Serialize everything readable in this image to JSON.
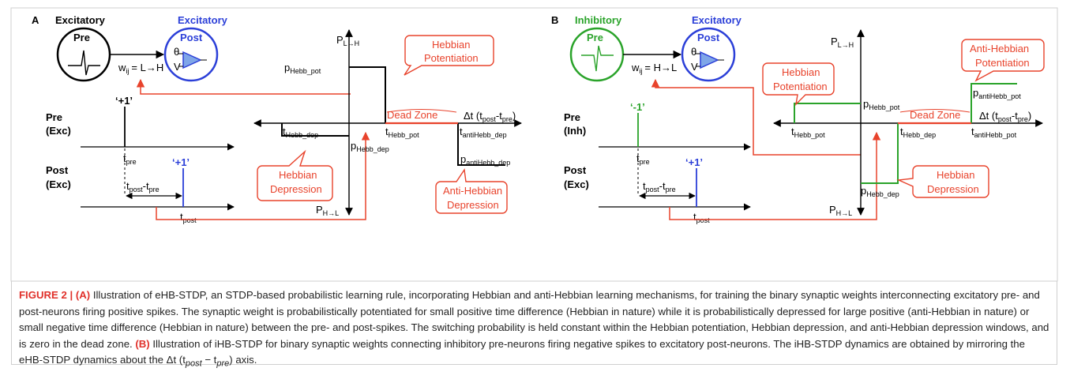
{
  "panel_a": {
    "letter": "A",
    "pre_title": "Excitatory",
    "pre_label": "Pre",
    "post_title": "Excitatory",
    "post_label": "Post",
    "theta": "θ",
    "v": "V",
    "w_ij": "w",
    "w_sub": "ij",
    "w_rule": "= L→H",
    "pre_axis": "Pre",
    "pre_axis_2": "(Exc)",
    "post_axis": "Post",
    "post_axis_2": "(Exc)",
    "spike_pre": "‘+1’",
    "spike_post": "‘+1’",
    "t_pre": "t",
    "t_pre_sub": "pre",
    "t_post": "t",
    "t_post_sub": "post",
    "t_diff": "t",
    "t_diff_sub1": "post",
    "t_diff_mid": "-t",
    "t_diff_sub2": "pre",
    "p_top": "P",
    "p_top_sub": "L→H",
    "p_bottom": "P",
    "p_bottom_sub": "H→L",
    "p_hebb_pot": "p",
    "p_hebb_pot_sub": "Hebb_pot",
    "p_hebb_dep": "p",
    "p_hebb_dep_sub": "Hebb_dep",
    "p_anti_dep": "p",
    "p_anti_dep_sub": "antiHebb_dep",
    "t_hebb_dep": "t",
    "t_hebb_dep_sub": "Hebb_dep",
    "t_hebb_pot": "t",
    "t_hebb_pot_sub": "Hebb_pot",
    "t_anti_dep": "t",
    "t_anti_dep_sub": "antiHebb_dep",
    "dt_axis": "Δt (t",
    "dt_sub1": "post",
    "dt_mid": "-t",
    "dt_sub2": "pre",
    "dt_end": ")",
    "dead_zone": "Dead Zone",
    "callout_pot_1": "Hebbian",
    "callout_pot_2": "Potentiation",
    "callout_dep_1": "Hebbian",
    "callout_dep_2": "Depression",
    "callout_anti_1": "Anti-Hebbian",
    "callout_anti_2": "Depression"
  },
  "panel_b": {
    "letter": "B",
    "pre_title": "Inhibitory",
    "pre_label": "Pre",
    "post_title": "Excitatory",
    "post_label": "Post",
    "theta": "θ",
    "v": "V",
    "w_ij": "w",
    "w_sub": "ij",
    "w_rule": "= H→L",
    "pre_axis": "Pre",
    "pre_axis_2": "(Inh)",
    "post_axis": "Post",
    "post_axis_2": "(Exc)",
    "spike_pre": "‘-1’",
    "spike_post": "‘+1’",
    "t_pre": "t",
    "t_pre_sub": "pre",
    "t_post": "t",
    "t_post_sub": "post",
    "t_diff": "t",
    "t_diff_sub1": "post",
    "t_diff_mid": "-t",
    "t_diff_sub2": "pre",
    "p_top": "P",
    "p_top_sub": "L→H",
    "p_bottom": "P",
    "p_bottom_sub": "H→L",
    "p_hebb_pot": "p",
    "p_hebb_pot_sub": "Hebb_pot",
    "p_hebb_dep": "p",
    "p_hebb_dep_sub": "Hebb_dep",
    "p_anti_pot": "p",
    "p_anti_pot_sub": "antiHebb_pot",
    "t_hebb_pot": "t",
    "t_hebb_pot_sub": "Hebb_pot",
    "t_hebb_dep": "t",
    "t_hebb_dep_sub": "Hebb_dep",
    "t_anti_pot": "t",
    "t_anti_pot_sub": "antiHebb_pot",
    "dt_axis": "Δt (t",
    "dt_sub1": "post",
    "dt_mid": "-t",
    "dt_sub2": "pre",
    "dt_end": ")",
    "dead_zone": "Dead Zone",
    "callout_pot_1": "Hebbian",
    "callout_pot_2": "Potentiation",
    "callout_anti_1": "Anti-Hebbian",
    "callout_anti_2": "Potentiation",
    "callout_dep_1": "Hebbian",
    "callout_dep_2": "Depression"
  },
  "caption": {
    "label": "FIGURE 2 |",
    "a_marker": "(A)",
    "a_text": " Illustration of eHB-STDP, an STDP-based probabilistic learning rule, incorporating Hebbian and anti-Hebbian learning mechanisms, for training the binary synaptic weights interconnecting excitatory pre- and post-neurons firing positive spikes. The synaptic weight is probabilistically potentiated for small positive time difference (Hebbian in nature) while it is probabilistically depressed for large positive (anti-Hebbian in nature) or small negative time difference (Hebbian in nature) between the pre- and post-spikes. The switching probability is held constant within the Hebbian potentiation, Hebbian depression, and anti-Hebbian depression windows, and is zero in the dead zone. ",
    "b_marker": "(B)",
    "b_text": " Illustration of iHB-STDP for binary synaptic weights connecting inhibitory pre-neurons firing negative spikes to excitatory post-neurons. The iHB-STDP dynamics are obtained by mirroring the eHB-STDP dynamics about the Δt (t",
    "b_sub1": "post",
    "b_mid": " − t",
    "b_sub2": "pre",
    "b_end": ") axis."
  },
  "colors": {
    "red": "#e8432c",
    "blue": "#2b3fd8",
    "green": "#2aa32a",
    "caption_label": "#e0302a"
  }
}
